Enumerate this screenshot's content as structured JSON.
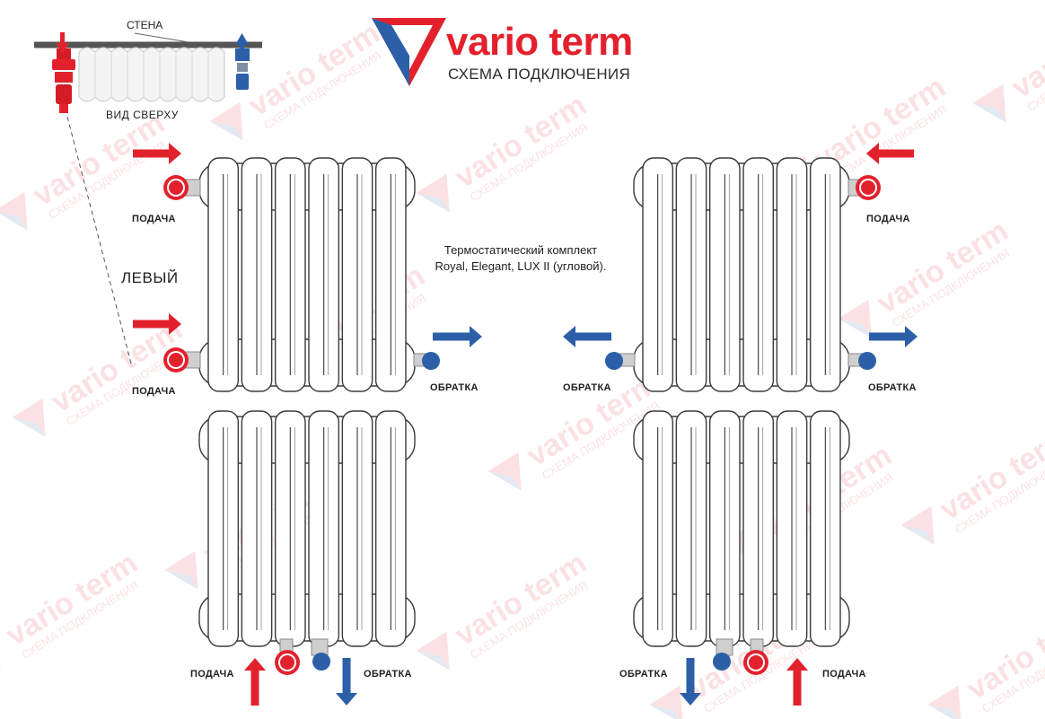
{
  "logo": {
    "brand": "vario term",
    "subtitle": "СХЕМА ПОДКЛЮЧЕНИЯ"
  },
  "top_view": {
    "wall_label": "СТЕНА",
    "view_label": "ВИД СВЕРХУ"
  },
  "side_label": "ЛЕВЫЙ",
  "note": {
    "line1": "Термостатический комплект",
    "line2": "Royal, Elegant, LUX II (угловой)."
  },
  "labels": {
    "supply": "ПОДАЧА",
    "return": "ОБРАТКА"
  },
  "watermark": {
    "brand": "vario term",
    "sub": "СХЕМА ПОДКЛЮЧЕНИЯ"
  },
  "colors": {
    "supply": "#e3212d",
    "return": "#2c5fa8",
    "outline": "#3a3a3a"
  }
}
